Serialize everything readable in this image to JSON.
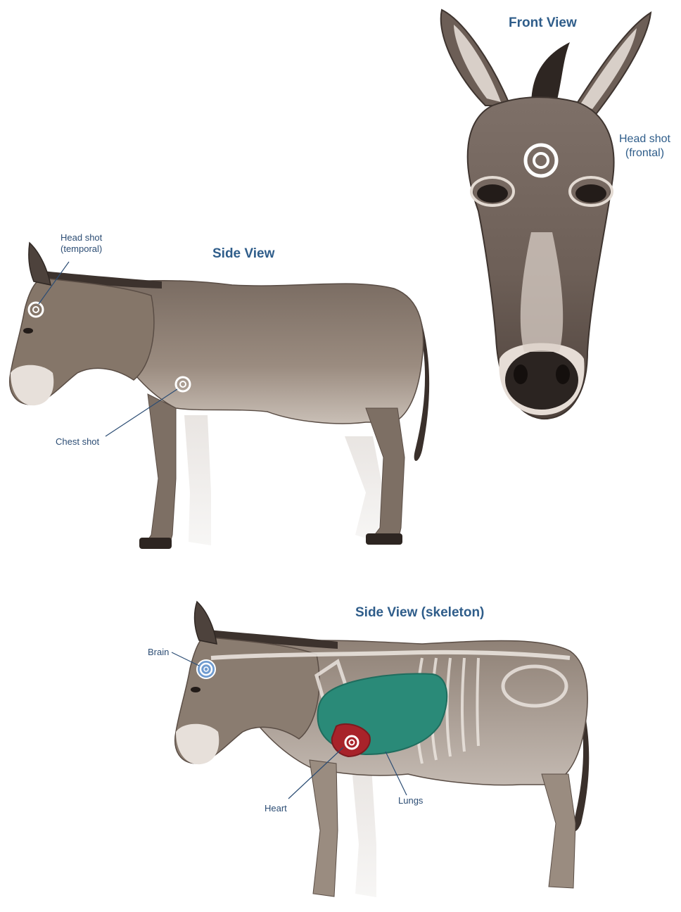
{
  "colors": {
    "title": "#2f5d8a",
    "label": "#2c4d74",
    "coat": "#8c7d70",
    "coat_dark": "#5d5048",
    "muzzle": "#e8e2dc",
    "lungs": "#2a8a78",
    "heart": "#a8232a",
    "brain": "#6f9bd0",
    "target_ring": "#ffffff"
  },
  "front_view": {
    "title": "Front View",
    "head_shot_label": [
      "Head shot",
      "(frontal)"
    ]
  },
  "side_view": {
    "title": "Side View",
    "head_shot_label": [
      "Head shot",
      "(temporal)"
    ],
    "chest_shot_label": "Chest shot"
  },
  "skeleton_view": {
    "title": "Side View (skeleton)",
    "brain_label": "Brain",
    "heart_label": "Heart",
    "lungs_label": "Lungs"
  },
  "icons": [
    "donkey-front-illustration",
    "donkey-side-illustration",
    "donkey-skeleton-illustration",
    "target-ring-icon"
  ]
}
